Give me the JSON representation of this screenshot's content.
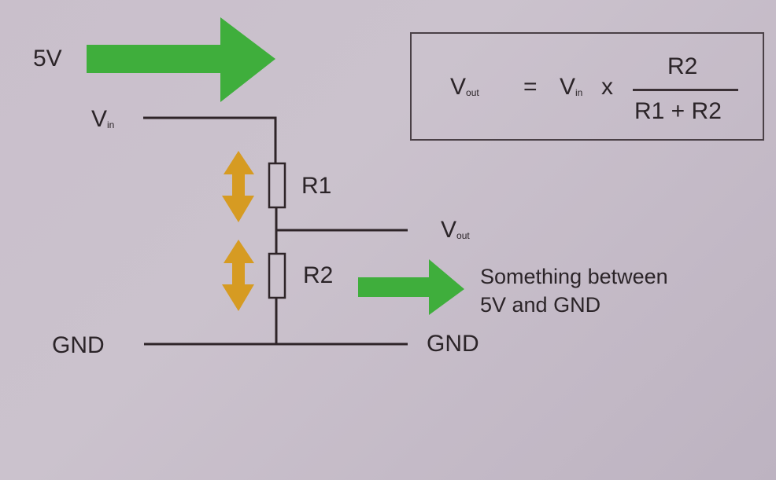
{
  "diagram": {
    "title": "Voltage divider",
    "labels": {
      "supply": "5V",
      "vin_main": "V",
      "vin_sub": "in",
      "r1": "R1",
      "r2": "R2",
      "vout_main": "V",
      "vout_sub": "out",
      "gnd_left": "GND",
      "gnd_right": "GND",
      "note_line1": "Something between",
      "note_line2": "5V and GND"
    },
    "formula": {
      "lhs_main": "V",
      "lhs_sub": "out",
      "equals": "=",
      "vin_main": "V",
      "vin_sub": "in",
      "times": "x",
      "numerator": "R2",
      "denominator": "R1 + R2"
    },
    "colors": {
      "green_arrow": "#3fae3c",
      "orange_arrow": "#d69b22",
      "wire": "#2e2428",
      "background": "#c9bfcb"
    },
    "icons": {
      "supply_arrow": "arrow-right",
      "output_arrow": "arrow-right",
      "r1_adjust": "double-arrow-vertical",
      "r2_adjust": "double-arrow-vertical"
    }
  }
}
